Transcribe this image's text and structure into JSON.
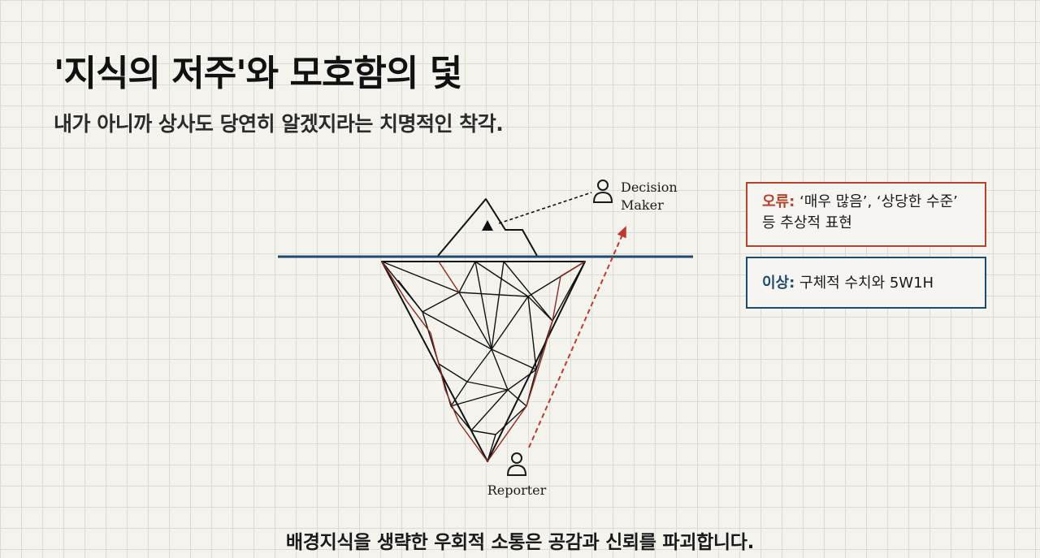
{
  "slide": {
    "title": "'지식의 저주'와 모호함의 덫",
    "subtitle": "내가 아니까 상사도 당연히 알겠지라는 치명적인 착각.",
    "footer": "배경지식을 생략한 우회적 소통은 공감과 신뢰를 파괴합니다."
  },
  "diagram": {
    "decision_maker_line1": "Decision",
    "decision_maker_line2": "Maker",
    "reporter": "Reporter",
    "colors": {
      "waterline": "#1d4a6e",
      "arrow": "#c0392b",
      "ice": "#111111",
      "accent_edges": "#8e2a1f"
    }
  },
  "cards": {
    "error": {
      "key": "오류:",
      "text": " ‘매우 많음’, ‘상당한 수준’ 등 추상적 표현",
      "color": "#b5432b"
    },
    "ideal": {
      "key": "이상:",
      "text": " 구체적 수치와 5W1H",
      "color": "#1d4a6e"
    }
  }
}
